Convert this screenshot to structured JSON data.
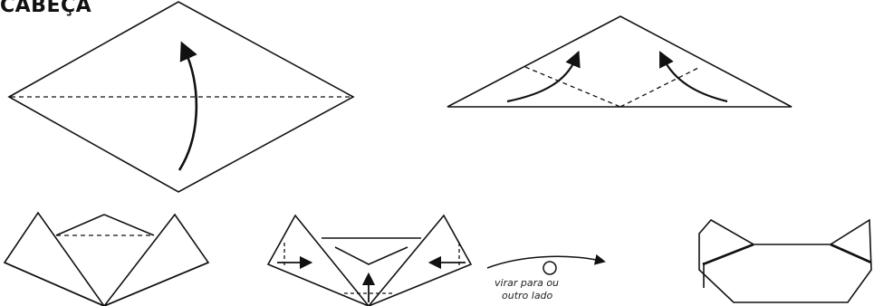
{
  "title": "CABEÇA",
  "turn_over_caption": {
    "line1": "virar para ou",
    "line2": "outro lado"
  },
  "steps": [
    {
      "name": "fold-diamond-in-half",
      "icon": "valley-fold-up-arrow"
    },
    {
      "name": "fold-corners-up",
      "icon": "two-curved-arrows"
    },
    {
      "name": "ears-raised",
      "icon": "dashed-fold-line"
    },
    {
      "name": "fold-tips-in",
      "icon": "fold-in-arrows"
    },
    {
      "name": "turn-over",
      "icon": "turn-over-symbol"
    },
    {
      "name": "finished-head",
      "icon": "cat-head"
    }
  ],
  "colors": {
    "line": "#111111",
    "background": "#ffffff"
  }
}
